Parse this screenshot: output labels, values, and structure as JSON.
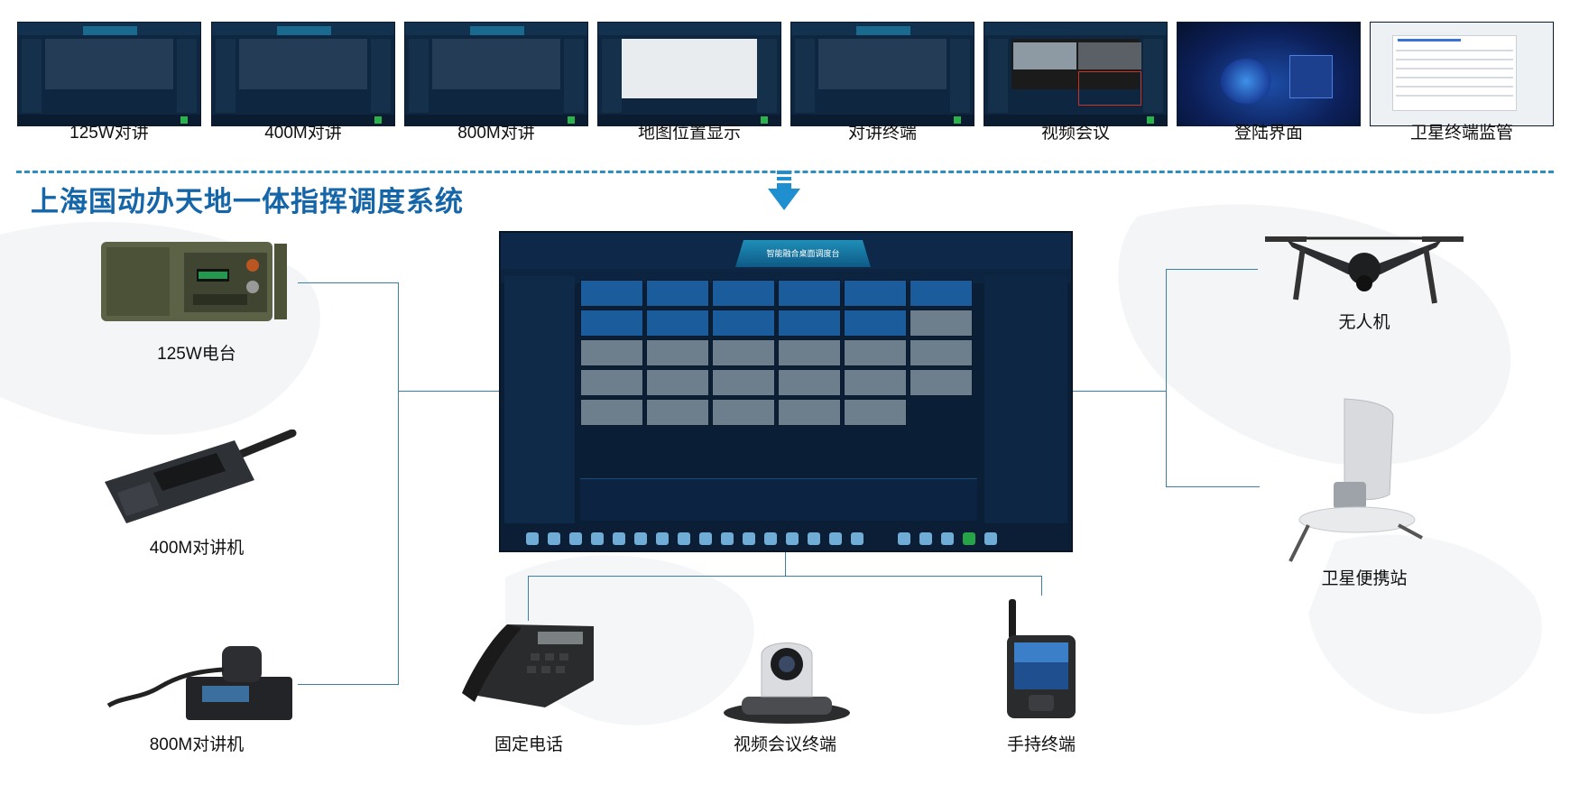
{
  "thumbnails": [
    {
      "label": "125W对讲",
      "kind": "console"
    },
    {
      "label": "400M对讲",
      "kind": "console"
    },
    {
      "label": "800M对讲",
      "kind": "console"
    },
    {
      "label": "地图位置显示",
      "kind": "map"
    },
    {
      "label": "对讲终端",
      "kind": "console"
    },
    {
      "label": "视频会议",
      "kind": "video"
    },
    {
      "label": "登陆界面",
      "kind": "login"
    },
    {
      "label": "卫星终端监管",
      "kind": "satellite"
    }
  ],
  "system_title": "上海国动办天地一体指挥调度系统",
  "center_screen": {
    "title": "智能融合桌面调度台"
  },
  "left_devices": [
    {
      "label": "125W电台",
      "icon": "radio-station-icon"
    },
    {
      "label": "400M对讲机",
      "icon": "handheld-radio-icon"
    },
    {
      "label": "800M对讲机",
      "icon": "vehicle-radio-icon"
    }
  ],
  "right_devices": [
    {
      "label": "无人机",
      "icon": "drone-icon"
    },
    {
      "label": "卫星便携站",
      "icon": "satellite-dish-icon"
    }
  ],
  "bottom_devices": [
    {
      "label": "固定电话",
      "icon": "desk-phone-icon"
    },
    {
      "label": "视频会议终端",
      "icon": "conference-camera-icon"
    },
    {
      "label": "手持终端",
      "icon": "smartphone-icon"
    }
  ],
  "colors": {
    "accent": "#1566a8",
    "line": "#3a7fab",
    "dash": "#2e8fbf",
    "screen_bg": "#0a1e36"
  }
}
